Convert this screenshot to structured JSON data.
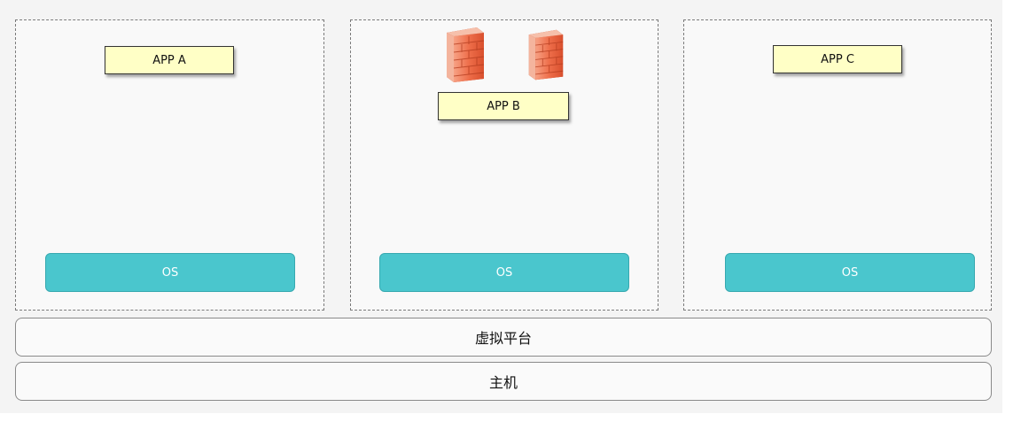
{
  "vms": [
    {
      "app_label": "APP A",
      "os_label": "OS"
    },
    {
      "app_label": "APP B",
      "os_label": "OS",
      "icons": [
        "firewall-icon",
        "firewall-icon"
      ]
    },
    {
      "app_label": "APP C",
      "os_label": "OS"
    }
  ],
  "layers": {
    "virtualization": "虚拟平台",
    "host": "主机"
  },
  "colors": {
    "app_fill": "#ffffc6",
    "os_fill": "#4ac6cd",
    "firewall": "#e8603c",
    "background": "#f4f4f4"
  }
}
